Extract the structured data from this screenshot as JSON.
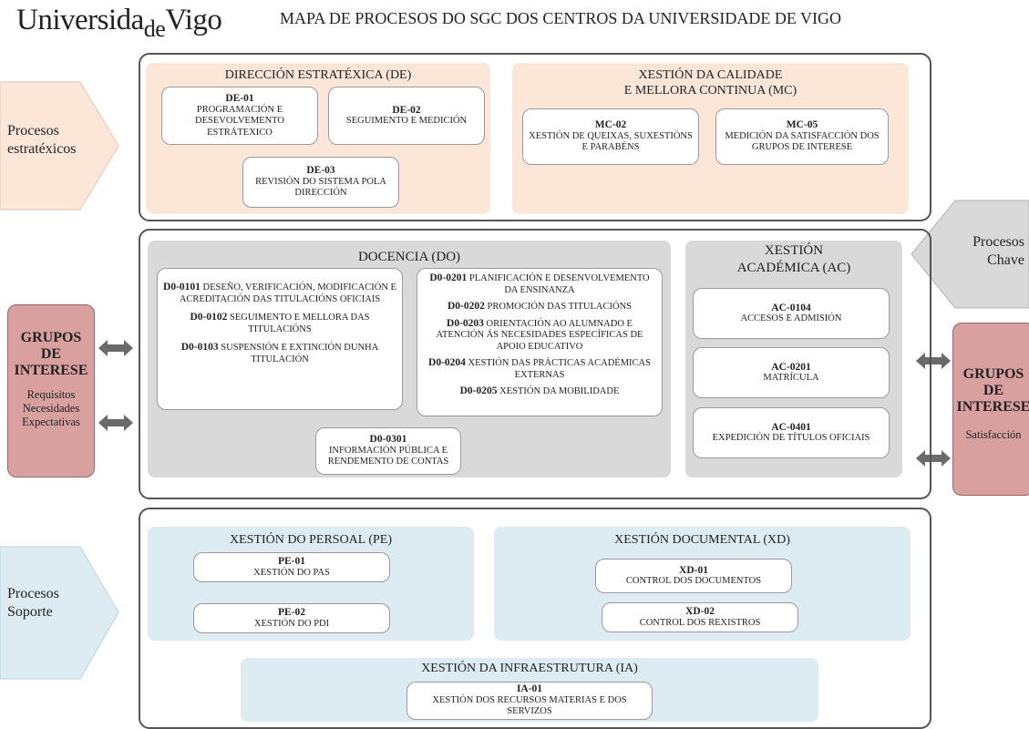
{
  "header": {
    "logo_main": "Universida",
    "logo_sub": "de",
    "logo_end": "Vigo",
    "title": "MAPA DE PROCESOS DO SGC DOS CENTROS DA UNIVERSIDADE DE VIGO"
  },
  "colors": {
    "peach": "#fbe6d8",
    "grey": "#d9d9d9",
    "blue": "#dcecf2",
    "rose": "#d9a0a0",
    "border": "#555555"
  },
  "side": {
    "estrategicos_line1": "Procesos",
    "estrategicos_line2": "estratéxicos",
    "chave_line1": "Procesos",
    "chave_line2": "Chave",
    "soporte_line1": "Procesos",
    "soporte_line2": "Soporte"
  },
  "groups_left": {
    "line1": "GRUPOS",
    "line2": "DE",
    "line3": "INTERESE",
    "req1": "Requisitos",
    "req2": "Necesidades",
    "req3": "Expectativas"
  },
  "groups_right": {
    "line1": "GRUPOS",
    "line2": "DE",
    "line3": "INTERESE",
    "sat": "Satisfacción"
  },
  "de": {
    "title": "DIRECCIÓN ESTRATÉXICA (DE)",
    "de01_code": "DE-01",
    "de01_text": "PROGRAMACIÓN E DESEVOLVEMENTO ESTRÁTEXICO",
    "de02_code": "DE-02",
    "de02_text": "SEGUIMENTO E MEDICIÓN",
    "de03_code": "DE-03",
    "de03_text": "REVISIÓN DO  SISTEMA POLA DIRECCIÓN"
  },
  "mc": {
    "title1": "XESTIÓN DA CALIDADE",
    "title2": "E MELLORA CONTINUA (MC)",
    "mc02_code": "MC-02",
    "mc02_text": "XESTIÓN DE QUEIXAS, SUXESTIÓNS  E PARABÉNS",
    "mc05_code": "MC-05",
    "mc05_text": "MEDICIÓN DA SATISFACCIÓN DOS GRUPOS DE INTERESE"
  },
  "do": {
    "title": "DOCENCIA (DO)",
    "d0101_code": "D0-0101",
    "d0101_text": " DESEÑO, VERIFICACIÓN, MODIFICACIÓN E ACREDITACIÓN DAS TITULACIÓNS OFICIAIS",
    "d0102_code": "D0-0102",
    "d0102_text": " SEGUIMENTO E MELLORA DAS TITULACIÓNS",
    "d0103_code": "D0-0103",
    "d0103_text": " SUSPENSIÓN E EXTINCIÓN DUNHA TITULACIÓN",
    "d0201_code": "D0-0201",
    "d0201_text": " PLANIFICACIÓN E DESENVOLVEMENTO DA ENSINANZA",
    "d0202_code": "D0-0202",
    "d0202_text": " PROMOCIÓN DAS TITULACIÓNS",
    "d0203_code": "D0-0203",
    "d0203_text": " ORIENTACIÓN AO ALUMNADO E ATENCIÓN ÁS NECESIDADES ESPECÍFICAS DE APOIO EDUCATIVO",
    "d0204_code": "D0-0204",
    "d0204_text": " XESTIÓN DAS PRÁCTICAS ACADÉMICAS EXTERNAS",
    "d0205_code": "D0-0205",
    "d0205_text": " XESTIÓN DA MOBILIDADE",
    "d0301_code": "D0-0301",
    "d0301_text": "INFORMACIÓN PÚBLICA E RENDEMENTO DE CONTAS"
  },
  "ac": {
    "title1": "XESTIÓN",
    "title2": "ACADÉMICA (AC)",
    "ac0104_code": "AC-0104",
    "ac0104_text": "ACCESOS E ADMISIÓN",
    "ac0201_code": "AC-0201",
    "ac0201_text": "MATRÍCULA",
    "ac0401_code": "AC-0401",
    "ac0401_text": "EXPEDICIÓN DE TÍTULOS OFICIAIS"
  },
  "pe": {
    "title": "XESTIÓN DO PERSOAL (PE)",
    "pe01_code": "PE-01",
    "pe01_text": "XESTIÓN DO PAS",
    "pe02_code": "PE-02",
    "pe02_text": "XESTIÓN DO PDI"
  },
  "xd": {
    "title": "XESTIÓN DOCUMENTAL (XD)",
    "xd01_code": "XD-01",
    "xd01_text": "CONTROL DOS DOCUMENTOS",
    "xd02_code": "XD-02",
    "xd02_text": "CONTROL DOS REXISTROS"
  },
  "ia": {
    "title": "XESTIÓN DA INFRAESTRUTURA  (IA)",
    "ia01_code": "IA-01",
    "ia01_text": "XESTIÓN DOS RECURSOS MATERIAS E DOS SERVIZOS"
  },
  "icons": {
    "arrow": "double-arrow-icon",
    "pentagon": "pentagon-arrow"
  }
}
